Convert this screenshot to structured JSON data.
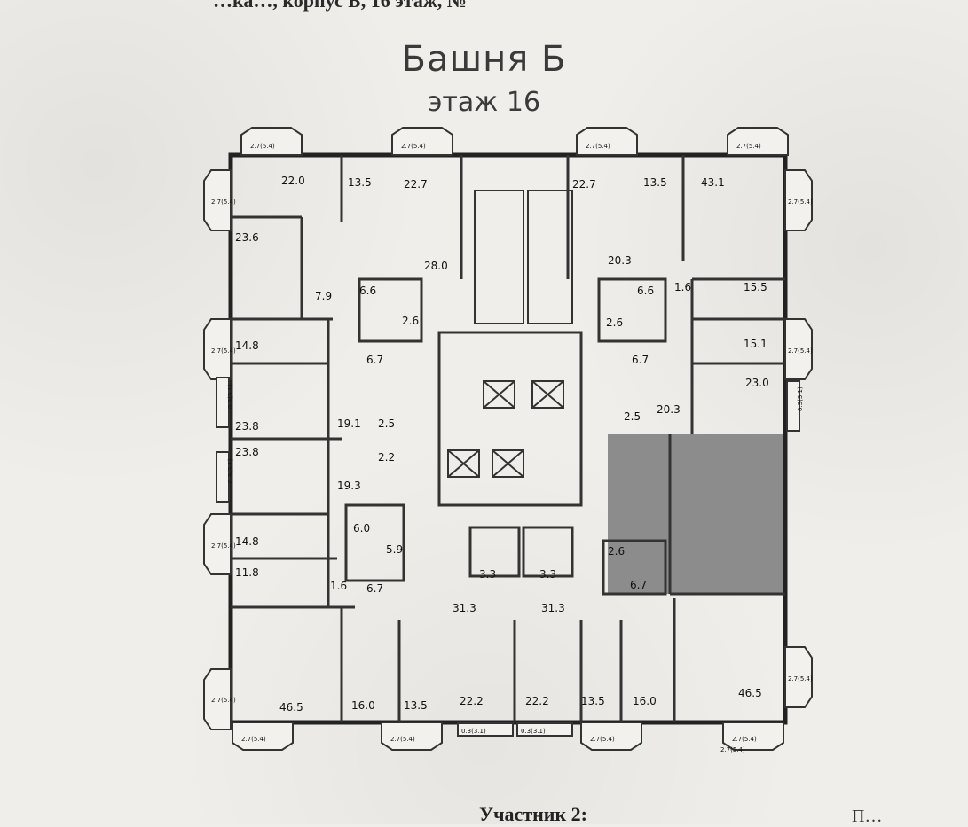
{
  "document": {
    "top_cut_text": "…ка…, корпус Б, 16 этаж, №",
    "title": "Башня Б",
    "subtitle": "этаж 16",
    "bottom_heading": "Участник 2:",
    "bottom_right": "П…"
  },
  "plan": {
    "highlight_color": "#8c8c8c",
    "rooms": [
      {
        "label": "22.0"
      },
      {
        "label": "13.5"
      },
      {
        "label": "22.7"
      },
      {
        "label": "22.7"
      },
      {
        "label": "13.5"
      },
      {
        "label": "43.1"
      },
      {
        "label": "23.6"
      },
      {
        "label": "28.0"
      },
      {
        "label": "20.3"
      },
      {
        "label": "7.9"
      },
      {
        "label": "6.6"
      },
      {
        "label": "2.6"
      },
      {
        "label": "6.6"
      },
      {
        "label": "1.6"
      },
      {
        "label": "15.5"
      },
      {
        "label": "2.6"
      },
      {
        "label": "14.8"
      },
      {
        "label": "6.7"
      },
      {
        "label": "6.7"
      },
      {
        "label": "15.1"
      },
      {
        "label": "23.0"
      },
      {
        "label": "23.8"
      },
      {
        "label": "19.1"
      },
      {
        "label": "2.5"
      },
      {
        "label": "2.5"
      },
      {
        "label": "20.3"
      },
      {
        "label": "23.8"
      },
      {
        "label": "2.2"
      },
      {
        "label": "19.3"
      },
      {
        "label": "6.0"
      },
      {
        "label": "14.8"
      },
      {
        "label": "5.9"
      },
      {
        "label": "2.6"
      },
      {
        "label": "11.8"
      },
      {
        "label": "3.3"
      },
      {
        "label": "3.3"
      },
      {
        "label": "1.6"
      },
      {
        "label": "6.7"
      },
      {
        "label": "6.7"
      },
      {
        "label": "31.3"
      },
      {
        "label": "31.3"
      },
      {
        "label": "16.0"
      },
      {
        "label": "13.5"
      },
      {
        "label": "22.2"
      },
      {
        "label": "22.2"
      },
      {
        "label": "13.5"
      },
      {
        "label": "16.0"
      },
      {
        "label": "46.5"
      },
      {
        "label": "46.5"
      }
    ],
    "bays": [
      {
        "label": "2.7(5.4)"
      },
      {
        "label": "2.7(5.4)"
      },
      {
        "label": "2.7(5.4)"
      },
      {
        "label": "2.7(5.4)"
      },
      {
        "label": "2.7(5.4)"
      },
      {
        "label": "2.7(5.4)"
      },
      {
        "label": "2.7(5.4)"
      },
      {
        "label": "2.7(5.4)"
      },
      {
        "label": "2.7(5.4)"
      },
      {
        "label": "2.7(5.4)"
      },
      {
        "label": "2.7(5.4)"
      },
      {
        "label": "2.7(5.4)"
      },
      {
        "label": "2.7(5.4)"
      },
      {
        "label": "2.7(5.4)"
      },
      {
        "label": "2.7(5.4)"
      },
      {
        "label": "2.7(5.4)"
      }
    ],
    "balconies": [
      {
        "label": "0.3(3.1)"
      },
      {
        "label": "0.3(3.1)"
      },
      {
        "label": "0.3(3.1)"
      },
      {
        "label": "0.3(3.1)"
      },
      {
        "label": "0.3(3.1)"
      }
    ]
  }
}
